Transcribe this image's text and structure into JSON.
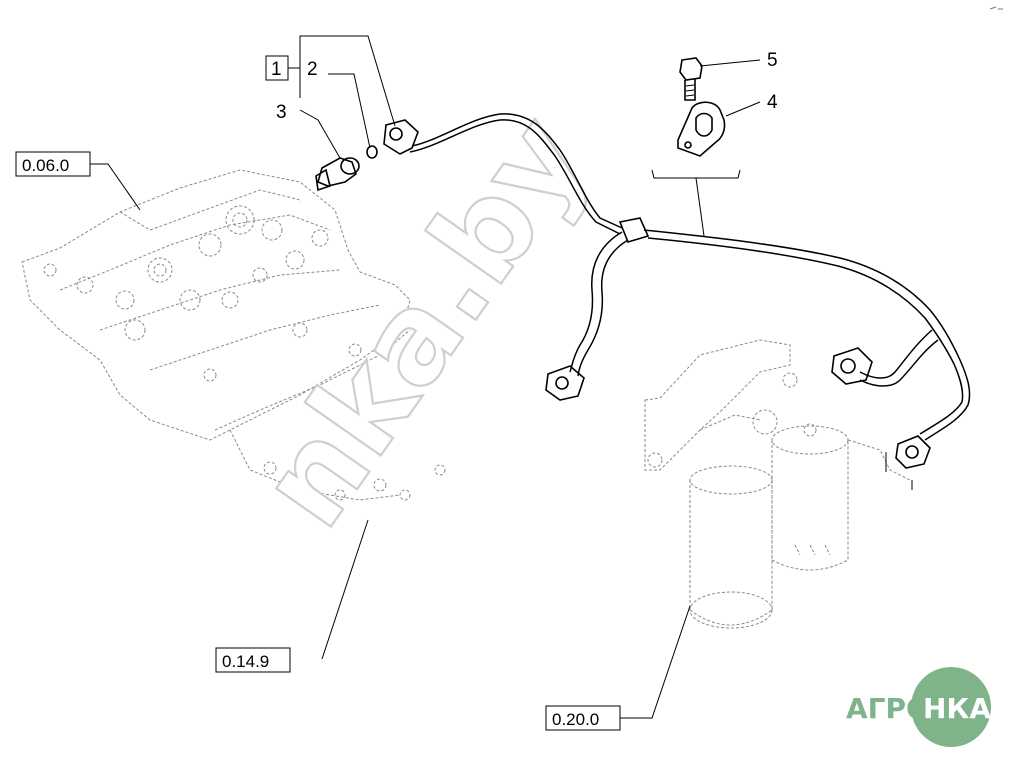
{
  "callouts": [
    {
      "id": "1",
      "label": "1",
      "boxed": true
    },
    {
      "id": "2",
      "label": "2"
    },
    {
      "id": "3",
      "label": "3"
    },
    {
      "id": "4",
      "label": "4"
    },
    {
      "id": "5",
      "label": "5"
    }
  ],
  "references": [
    {
      "id": "ref-006",
      "label": "0.06.0"
    },
    {
      "id": "ref-0149",
      "label": "0.14.9"
    },
    {
      "id": "ref-0200",
      "label": "0.20.0"
    }
  ],
  "watermark": "nka.by",
  "logo": {
    "left": "АГРО",
    "right": "НКА",
    "color": "#7fb48b"
  },
  "colors": {
    "line": "#000000",
    "faint": "#8a8a8a",
    "watermark_stroke": "#cfcfcf"
  }
}
